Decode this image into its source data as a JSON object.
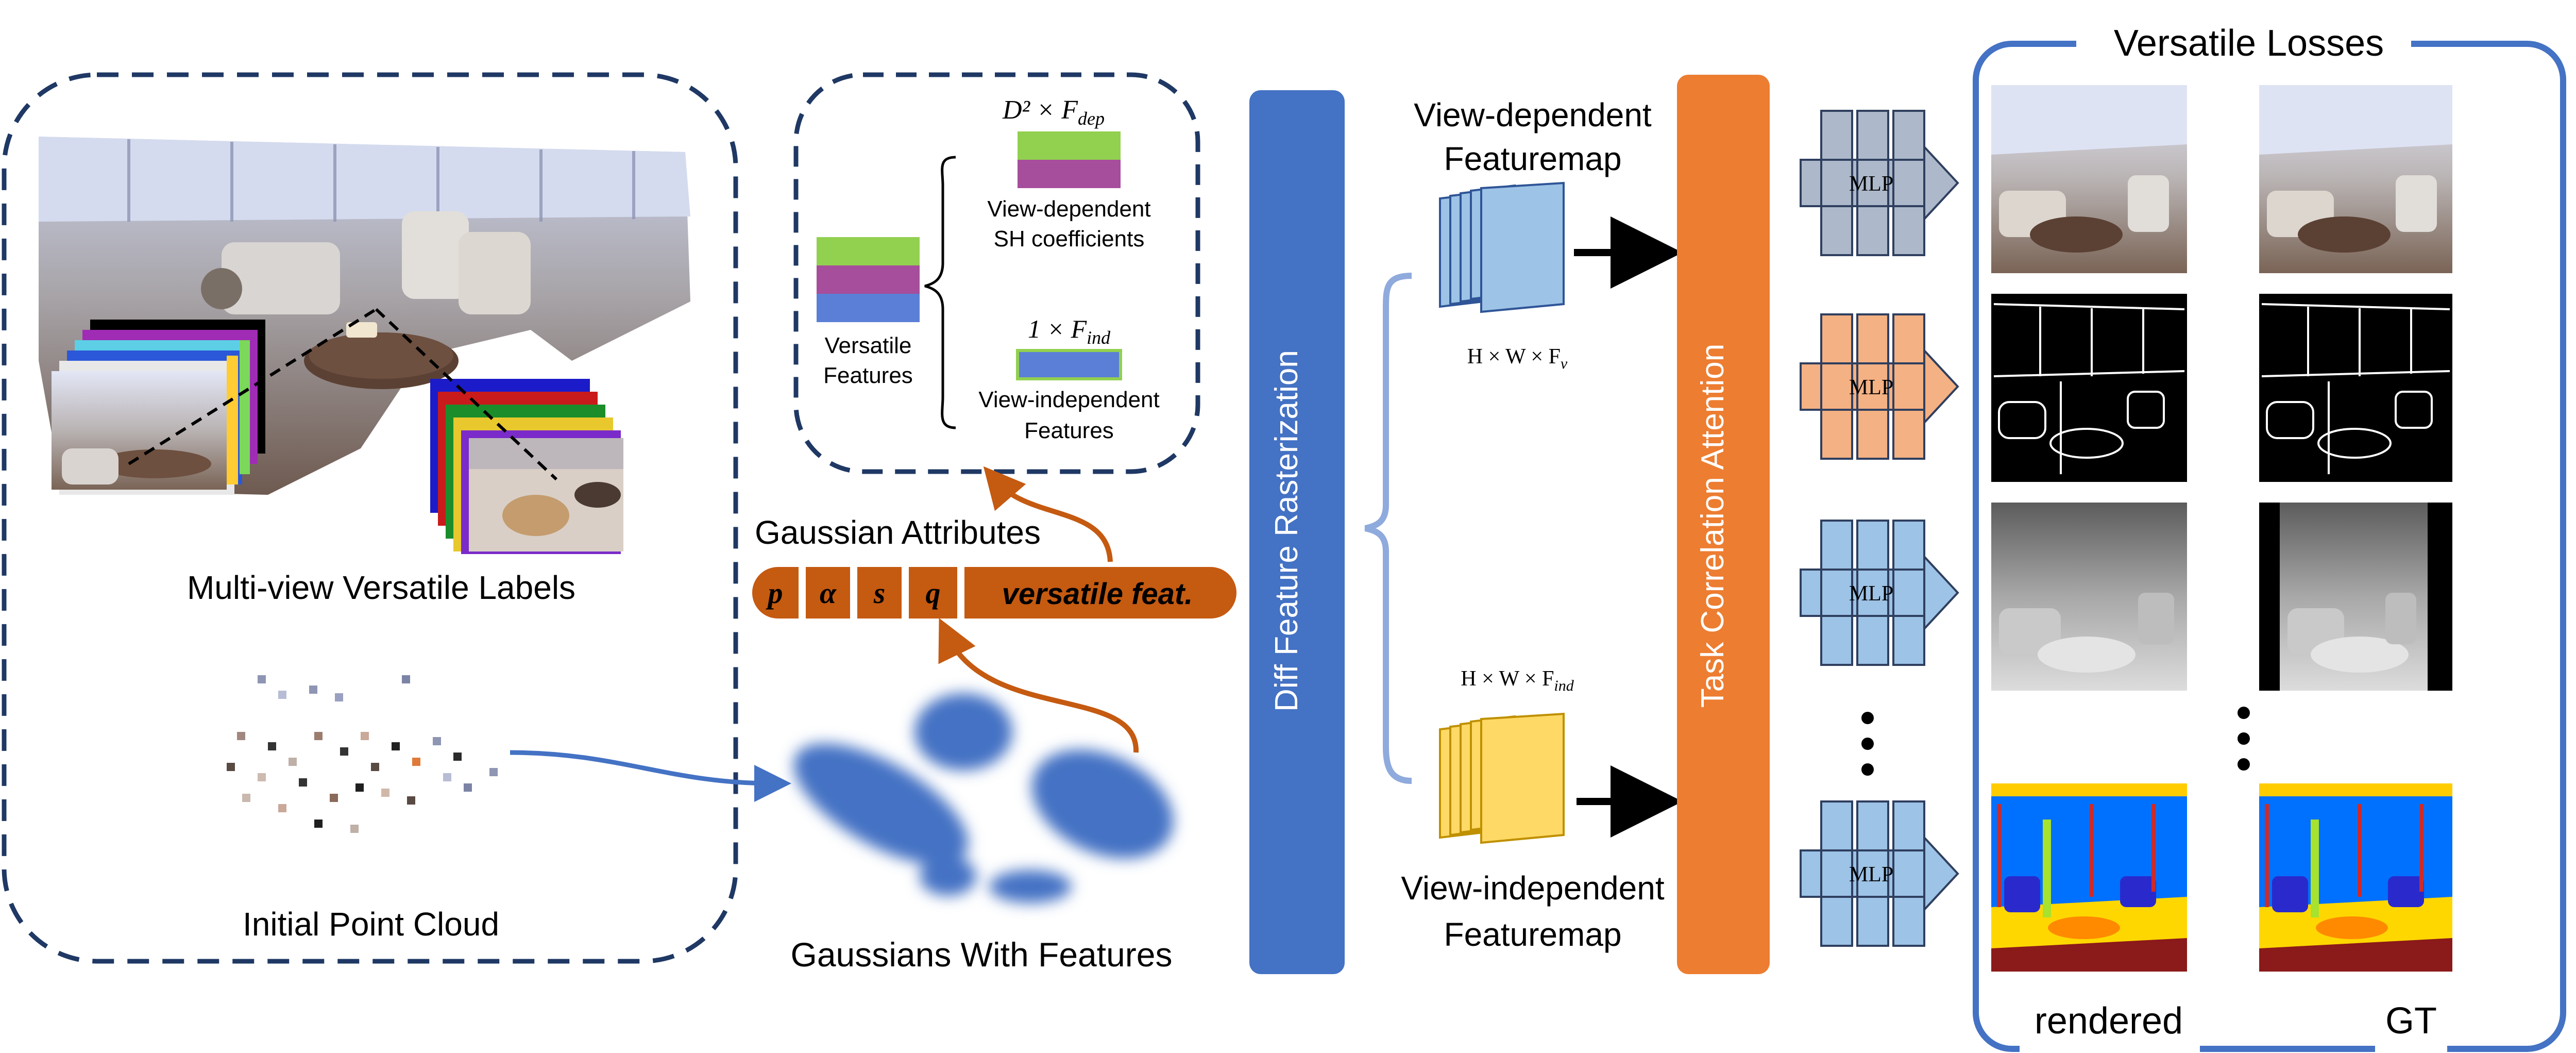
{
  "left_panel": {
    "multiview_label": "Multi-view Versatile Labels",
    "pointcloud_label": "Initial Point Cloud"
  },
  "feature_box": {
    "versatile_features_line1": "Versatile",
    "versatile_features_line2": "Features",
    "dep_dims": "D² × F",
    "dep_dims_sub": "dep",
    "dep_label_line1": "View-dependent",
    "dep_label_line2": "SH coefficients",
    "ind_dims": "1 × F",
    "ind_dims_sub": "ind",
    "ind_label_line1": "View-independent",
    "ind_label_line2": "Features"
  },
  "gaussian_attributes": {
    "title": "Gaussian Attributes",
    "attrs": [
      "p",
      "α",
      "s",
      "q"
    ],
    "feat": "versatile feat."
  },
  "gaussians_label": "Gaussians With Features",
  "rasterization_label": "Diff Feature Rasterization",
  "featuremaps": {
    "dep_title_line1": "View-dependent",
    "dep_title_line2": "Featuremap",
    "dep_dims": "H × W × F",
    "dep_dims_sub": "v",
    "ind_dims": "H × W × F",
    "ind_dims_sub": "ind",
    "ind_title_line1": "View-independent",
    "ind_title_line2": "Featuremap"
  },
  "attention_label": "Task Correlation Attention",
  "mlp_label": "MLP",
  "losses": {
    "title": "Versatile Losses",
    "rendered": "rendered",
    "gt": "GT"
  },
  "colors": {
    "navy_dash": "#1f3864",
    "blue_bar": "#4472c4",
    "orange_bar": "#ed7d31",
    "rust": "#c55a11",
    "mlp_gray": "#adb9ca",
    "mlp_orange": "#f4b183",
    "mlp_blue": "#9dc3e6",
    "feat_green": "#92d050",
    "feat_magenta": "#a64d9c",
    "feat_blue": "#5b7fd6",
    "featmap_blue": "#9dc3e6",
    "featmap_yellow": "#ffd966",
    "bracket_blue": "#8faadc"
  }
}
